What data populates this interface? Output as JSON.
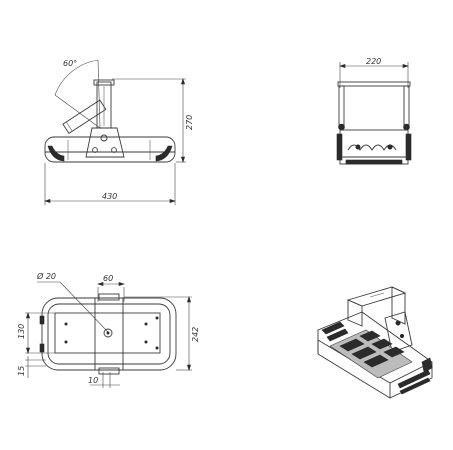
{
  "views": {
    "front": {
      "angle_label": "60°",
      "height_label": "270",
      "width_label": "430"
    },
    "side": {
      "width_label": "220"
    },
    "top": {
      "hole_label": "Ø 20",
      "spacing_label": "60",
      "height_label": "242",
      "inner_label": "130",
      "offset_label": "15",
      "bottom_label": "10"
    },
    "iso": {}
  }
}
